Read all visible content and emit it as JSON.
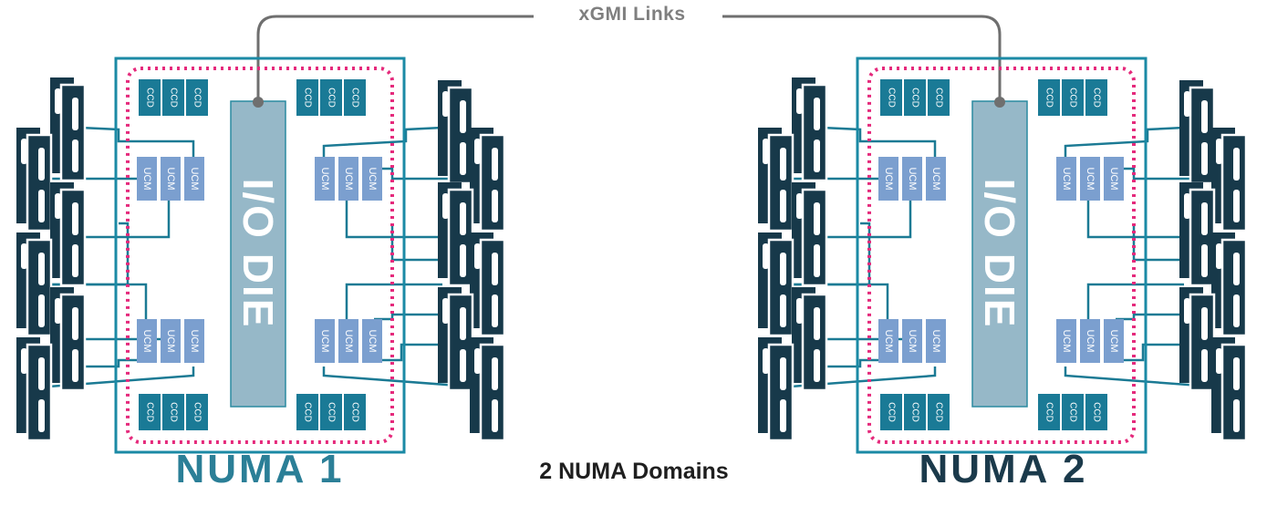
{
  "xgmi_label": "xGMI Links",
  "domains_label": "2 NUMA Domains",
  "sockets": [
    {
      "numa_label": "NUMA 1",
      "numa_color": "#2b7f97",
      "io_die_label": "I/O DIE",
      "ccd_label": "CCD",
      "ucm_label": "UCM"
    },
    {
      "numa_label": "NUMA 2",
      "numa_color": "#1b3a4b",
      "io_die_label": "I/O DIE",
      "ccd_label": "CCD",
      "ucm_label": "UCM"
    }
  ],
  "colors": {
    "package_border": "#1b8aa5",
    "numa_domain_dotted": "#e52a7c",
    "io_die_fill": "#96b8c8",
    "io_die_border": "#2a8aa0",
    "io_die_text": "#ffffff",
    "ccd_fill": "#1a7a96",
    "ccd_text": "#ffffff",
    "ucm_fill": "#7b9fcf",
    "ucm_text": "#ffffff",
    "link_line": "#1b7a94",
    "xgmi_line": "#6f6f6f",
    "dimm_fill": "#17394a"
  }
}
